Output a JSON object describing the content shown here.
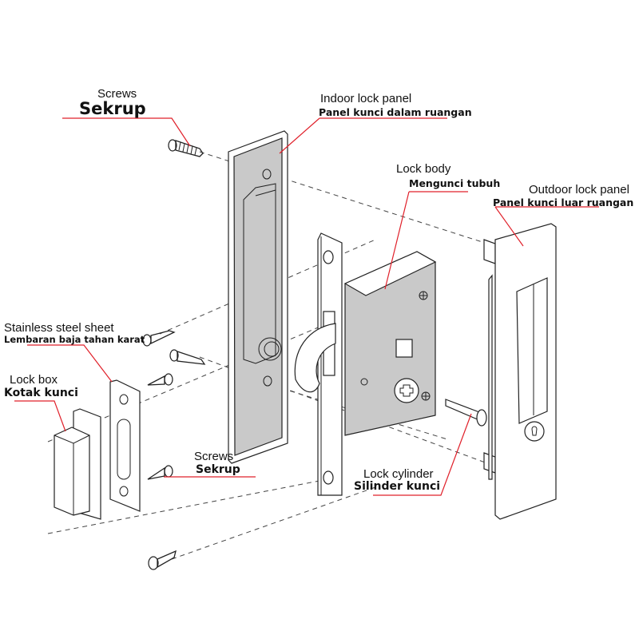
{
  "diagram": {
    "title": "Sliding door lock exploded view",
    "accent_color": "#e0202a",
    "labels": {
      "screws_top": {
        "en": "Screws",
        "id": "Sekrup"
      },
      "indoor_panel": {
        "en": "Indoor lock panel",
        "id": "Panel kunci dalam ruangan"
      },
      "lock_body": {
        "en": "Lock body",
        "id": "Mengunci tubuh"
      },
      "outdoor_panel": {
        "en": "Outdoor lock panel",
        "id": "Panel kunci luar ruangan"
      },
      "steel_sheet": {
        "en": "Stainless steel sheet",
        "id": "Lembaran baja tahan karat"
      },
      "lock_box": {
        "en": "Lock box",
        "id": "Kotak kunci"
      },
      "screws_bottom": {
        "en": "Screws",
        "id": "Sekrup"
      },
      "lock_cylinder": {
        "en": "Lock cylinder",
        "id": "Silinder kunci"
      }
    }
  }
}
